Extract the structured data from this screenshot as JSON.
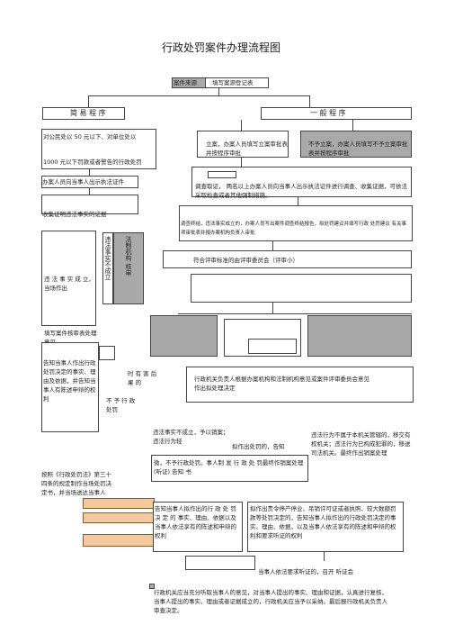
{
  "title": "行政处罚案件办理流程图",
  "top": {
    "source_label": "案件来源",
    "register_label": "填写案源登记表"
  },
  "simple": {
    "heading": "简 易 程 序",
    "line1": "对公民处以 50 元以下、对单位处以",
    "line2": "1000 元以下罚款或者警告的行政处罚",
    "line3": "办案人员向当事人出示执法证件",
    "line4": "收集证明违法事实的证据",
    "side_col": "违 法 事 实 成 立，当场作出",
    "form_note": "填写案件核审表处理意见",
    "gray_col1": "违法事实不成立",
    "gray_col2": "法制机构 核审",
    "notify_a": "告知当事人作出行政处罚决定的事实、理由及依据，并告知当事人有陈述申辩的权利",
    "mid_a": "时 有 害 后 果 的",
    "mid_b": "不 予 行 政 处罚",
    "decision": "按照《行政处罚法》第三十四条的规定制作当场处罚决定书，并当场送达当事人"
  },
  "general": {
    "heading": "一 般 程 序",
    "box_left": "立案，办案人员填写立案审批表并按程序审批",
    "box_right": "不予立案，办案人员填写不予立案审批表并按程序审批",
    "investigate": "调查取证， 两名以上办案人员向当事人出示执法证件进行调查、收集证据，可依法采取检查或者其他强制措施。",
    "report": "调查终结，违法事实成立的，办案人员写出案件调查终结报告，拟处罚建议并填写行政 处罚建议 有关事项审批表并报办案机构负责人审批",
    "review": "符合评审标准的由评审委员会（评审小）",
    "leader": "行政机关负责人根据办案机构和法制机构意见或案件评审委员会意见作出拟处理决定",
    "not_violation": "违法事实不成立，予以销案；违法行为轻",
    "minor": "拟作出处罚的，告知",
    "transfer": "违法行为不属于本机关管辖的，移交有权机关；违法行为已构成犯罪的，移送司法机关。最终作出销案处理",
    "explain": "微，不予行政处罚。事人制 发 行 政 处 罚最终作销案处理 (听证) 告知 书",
    "notify_general": "告知当事人拟作出的行 政 处 罚 决 定 的 事实、理由、依据以及当事人依法享有的陈述和申辩的权利",
    "hearing_notice": "拟作出责令停产停业、吊销许可证或者执照、较大数额罚款等处罚决定的，告知当事人拟作出的行政处罚决定的事实、理由、依据，以及当事人依法享有的陈述和申辩的权利和要求听证的权利",
    "hearing": "当事人依法要求听证的，召开 听证会",
    "final": "行政机关应当充分听取当事人的意见，对当事人提出的事实、理由和证据，认真进行复核，当事人提出的事实、理由或者证据成立的，行政机关应当予以采纳。最后报行政机关负责人审查决定。"
  }
}
